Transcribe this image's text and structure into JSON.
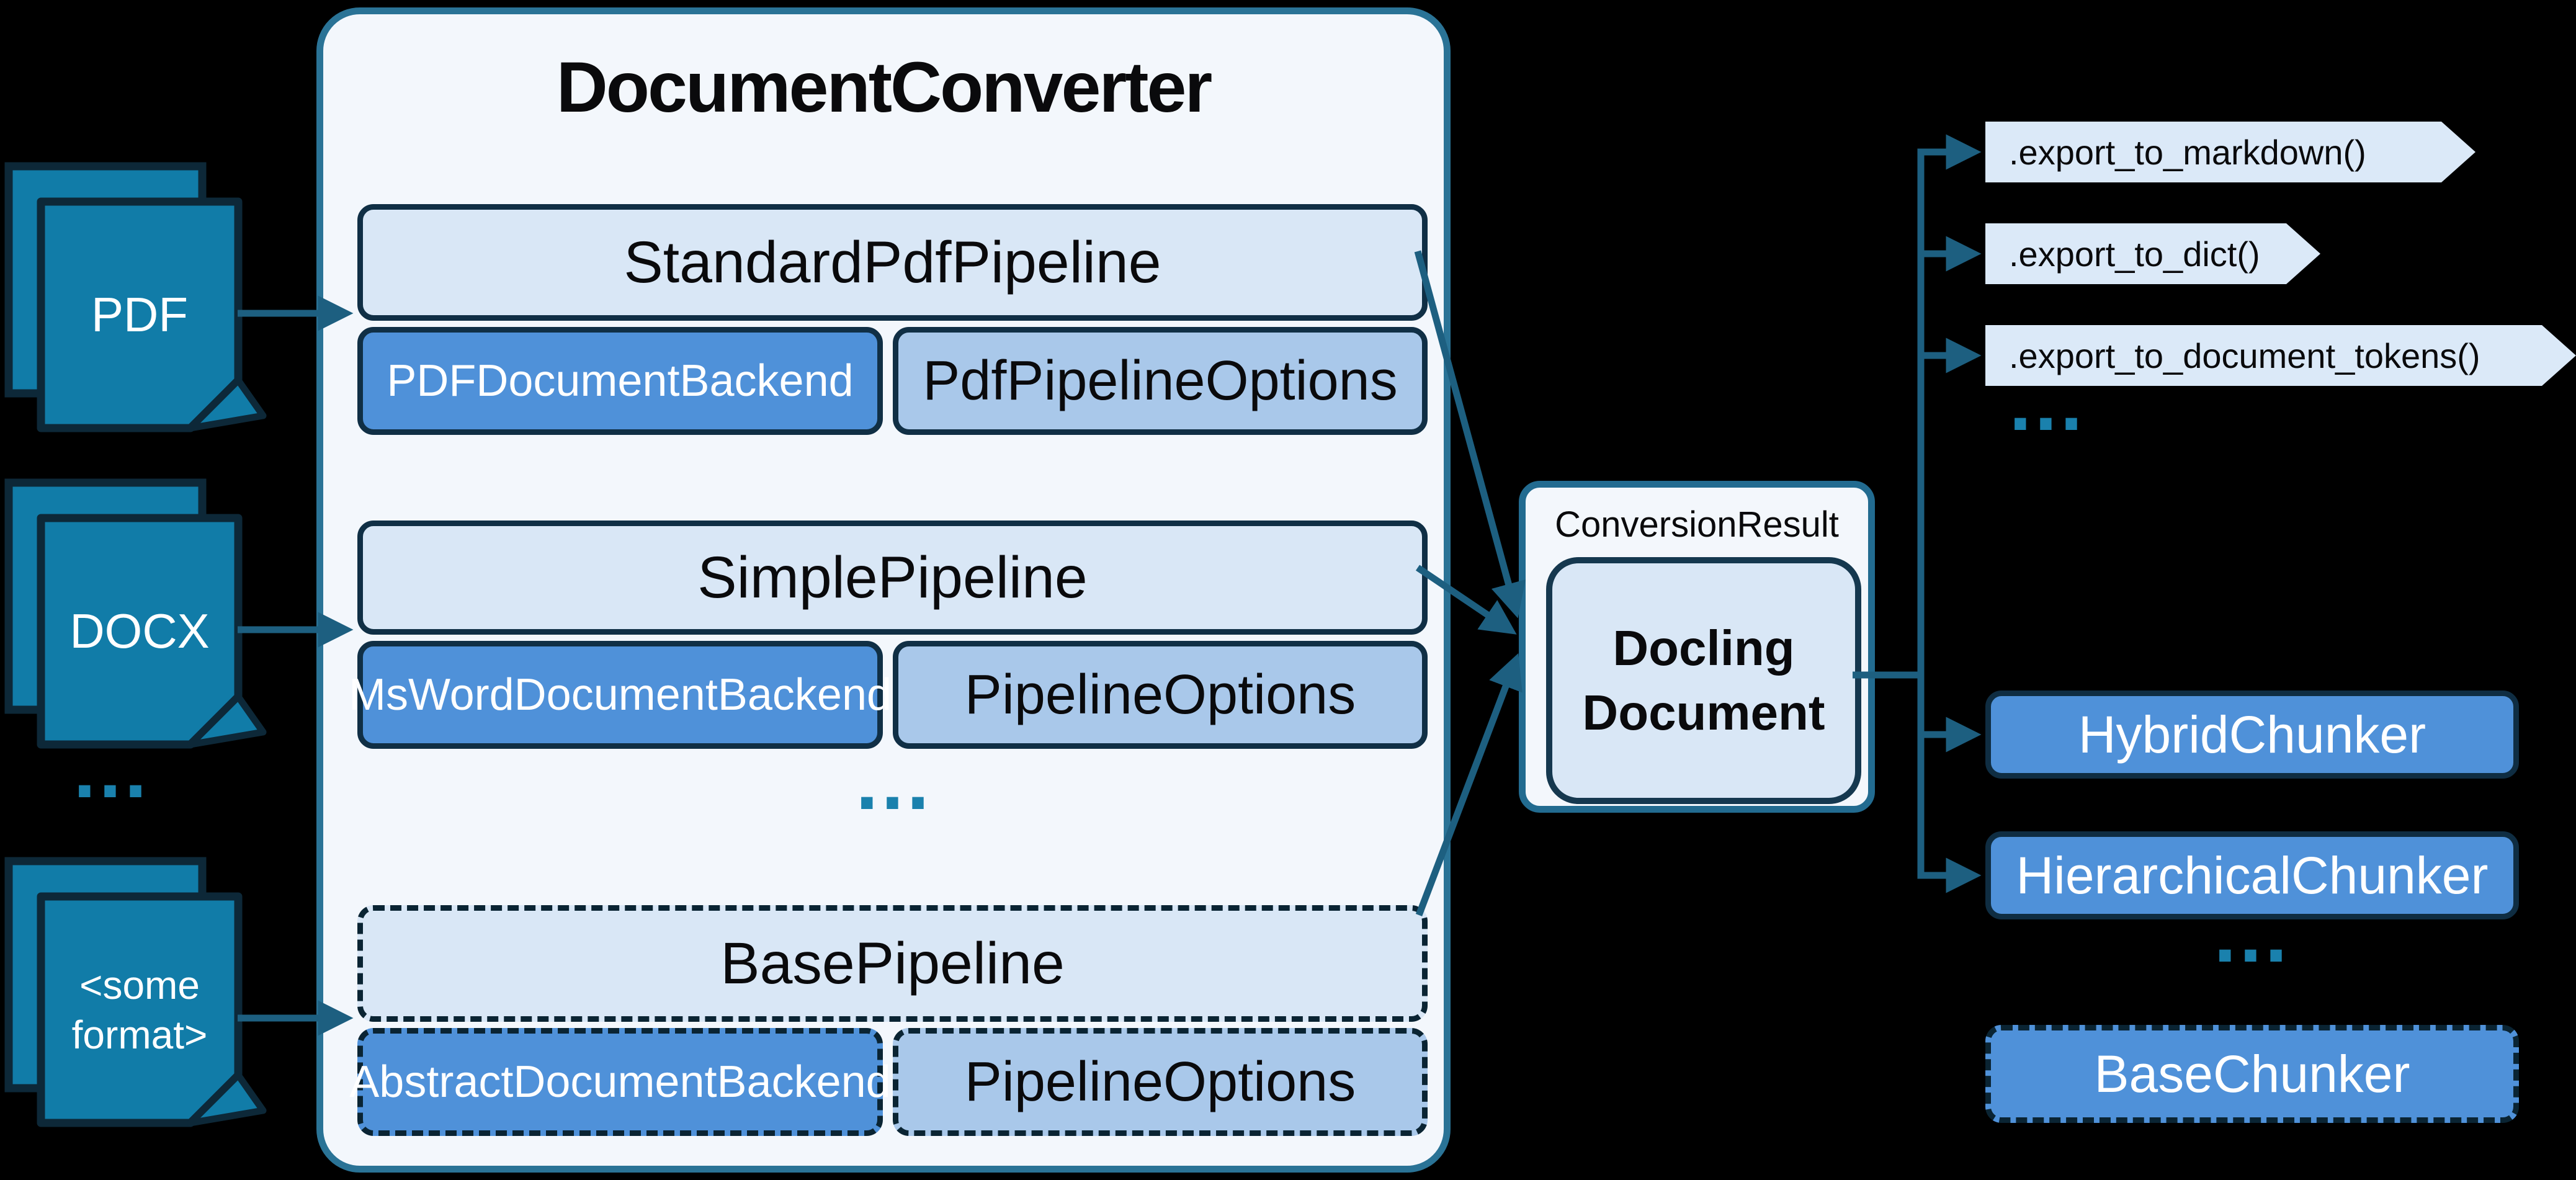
{
  "colors": {
    "background": "#000000",
    "connector_teal": "#1d5f80",
    "document_icon_fill": "#117ca8",
    "panel_fill": "#f3f7fc",
    "light_blue_fill": "#d9e7f6",
    "mid_blue_fill": "#a9c8ea",
    "strong_blue_fill": "#4f91d9",
    "dots_color": "#1a81ad"
  },
  "inputs": {
    "items": [
      {
        "label": "PDF"
      },
      {
        "label": "DOCX"
      },
      {
        "label": "<some format>"
      }
    ],
    "ellipsis": "..."
  },
  "converter": {
    "title": "DocumentConverter",
    "ellipsis": "...",
    "groups": [
      {
        "pipeline": "StandardPdfPipeline",
        "backend": "PDFDocumentBackend",
        "options": "PdfPipelineOptions"
      },
      {
        "pipeline": "SimplePipeline",
        "backend": "MsWordDocumentBackend",
        "options": "PipelineOptions"
      },
      {
        "pipeline": "BasePipeline",
        "backend": "AbstractDocumentBackend",
        "options": "PipelineOptions"
      }
    ]
  },
  "result": {
    "container_label": "ConversionResult",
    "document_label": "Docling Document"
  },
  "exports": {
    "flags": [
      ".export_to_markdown()",
      ".export_to_dict()",
      ".export_to_document_tokens()"
    ],
    "ellipsis": "..."
  },
  "chunkers": {
    "items": [
      "HybridChunker",
      "HierarchicalChunker"
    ],
    "ellipsis": "...",
    "base": "BaseChunker"
  }
}
